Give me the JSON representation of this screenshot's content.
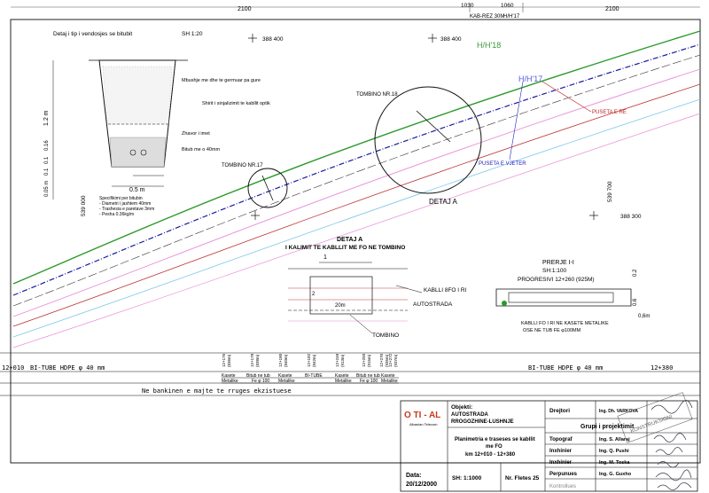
{
  "top_ruler": {
    "left": "2100",
    "mid_a": "1030",
    "mid_b": "1060",
    "right": "2100",
    "code": "KAB-REZ 30M",
    "hh": "H/H'17"
  },
  "grid_coords": {
    "n1": "388 400",
    "n2": "388 400",
    "n3": "388 300",
    "e1": "539 000",
    "e2": "539 700"
  },
  "detail_trench": {
    "title": "Detaj i tip i vendosjes se bitubit",
    "scale": "SH 1:20",
    "notes": [
      "Mbushje me dhe te germuar pa gure",
      "Shirit i sinjalizimit te kabllit optik",
      "Zhavor i imet",
      "Bitub me o 40mm"
    ],
    "depths": [
      "1.2 m",
      "0.16",
      "0.1",
      "0.1",
      "0.05 m"
    ],
    "width": "0.5 m",
    "specs": [
      "Specifikimi per bitubin",
      "- Diametri i jashtem 40mm",
      "- Trashesia e paretave 3mm",
      "- Pesha 0.36kg/m"
    ]
  },
  "labels": {
    "tombino_18": "TOMBINO NR.18",
    "tombino_17": "TOMBINO NR.17",
    "puseta_re": "PUSETA E RE",
    "puseta_vjeter": "PUSETA E VJETER",
    "hh_a": "H/H'18",
    "hh_b": "H/H'17",
    "detaj_a": "DETAJ A"
  },
  "detail_a": {
    "title1": "DETAJ A",
    "title2": "I KALIMIT TE KABLLIT ME FO NE TOMBINO",
    "kablli": "KABLLI 8FO I RI",
    "autostrada": "AUTOSTRADA",
    "tombino": "TOMBINO",
    "dim": "20m",
    "mark": "1",
    "mark2": "2"
  },
  "section": {
    "title1": "PRERJE I-I",
    "title2": "SH:1:100",
    "title3": "PROGRESIVI 12+260 (925M)",
    "dim1": "0.2",
    "dim2": "0.6",
    "dim3": "0,6m",
    "note1": "KABLLI FO I RI NE KASETE METALIKE",
    "note2": "OSE NE TUB FE φ100MM"
  },
  "profile": {
    "start": "12+010",
    "end": "12+380",
    "bitube_left": "BI-TUBE HDPE φ 40 mm",
    "bitube_right": "BI-TUBE HDPE φ 40 mm",
    "stations": [
      {
        "ch": "12+176",
        "m": "(836m)"
      },
      {
        "ch": "12+178",
        "m": "(838m)"
      },
      {
        "ch": "12+180",
        "m": "(840m)"
      },
      {
        "ch": "12+182",
        "m": "(842m)"
      },
      {
        "ch": "12+248",
        "m": "(913m)"
      },
      {
        "ch": "12+250",
        "m": "(915m)"
      },
      {
        "ch": "12+270",
        "m": "(935m)"
      },
      {
        "ch": "12+272",
        "m": "(937m)"
      }
    ],
    "cells_top": [
      "Kasete",
      "Bitub ne tub",
      "Kasete",
      "BI-TUBE",
      "Kasete",
      "Bitub ne tub",
      "Kasete"
    ],
    "cells_bottom": [
      "Metalike",
      "Fe φ 100",
      "Metalike",
      "",
      "Metalike",
      "Fe φ 100",
      "Metalike"
    ],
    "bottom_note": "Ne bankinen e majte te rruges ekzistuese"
  },
  "title_block": {
    "logo": "O TI - AL",
    "logo_sub": "Albanian Telecom",
    "objekti_label": "Objekti:",
    "objekti_1": "AUTOSTRADA",
    "objekti_2": "RROGOZHINE-LUSHNJE",
    "desc_1": "Planimetria e traseses se kabllit",
    "desc_2": "me FO",
    "desc_3": "km 12+010 - 12+380",
    "data_label": "Data:",
    "data_value": "20/12/2000",
    "scale": "SH: 1:1000",
    "sheet": "Nr. Fletes 25",
    "drejtori": "Drejtori",
    "drejtori_name": "Ing. Dh. VARKOVA",
    "grupi": "Grupi i projektimit",
    "roles": [
      "Topograf",
      "Inxhinier",
      "Inxhinier",
      "Perpunues",
      "Kontrollues"
    ],
    "names": [
      "Ing. S. Allaraj",
      "Ing. Q. Pushi",
      "Ing. M. Toska",
      "Ing. G. Guxho",
      ""
    ],
    "stamp": "KONSTRUKSIONI"
  }
}
